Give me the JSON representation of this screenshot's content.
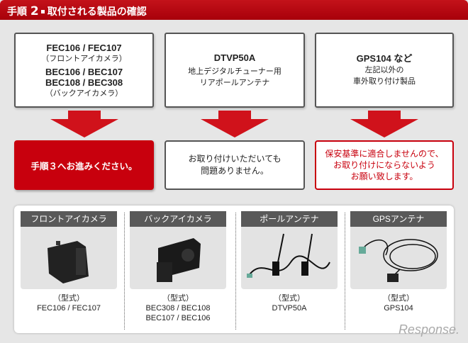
{
  "header": {
    "step_label": "手順",
    "step_number": "2",
    "title": "取付される製品の確認"
  },
  "products_top": [
    {
      "lines": [
        "FEC106 / FEC107",
        "（フロントアイカメラ）",
        "BEC106 / BEC107",
        "BEC108 / BEC308",
        "（バックアイカメラ）"
      ]
    },
    {
      "lines": [
        "DTVP50A",
        "地上デジタルチューナー用",
        "リアポールアンテナ"
      ]
    },
    {
      "lines": [
        "GPS104 など",
        "左記以外の",
        "車外取り付け製品"
      ]
    }
  ],
  "results": [
    {
      "text": "手順３へお進みください。"
    },
    {
      "lines": [
        "お取り付けいただいても",
        "問題ありません。"
      ]
    },
    {
      "lines": [
        "保安基準に適合しませんので、",
        "お取り付けにならないよう",
        "お願い致します。"
      ]
    }
  ],
  "colors": {
    "accent": "#d0121b",
    "card_header": "#595959"
  },
  "cards": [
    {
      "title": "フロントアイカメラ",
      "type_label": "（型式）",
      "models": [
        "FEC106 / FEC107"
      ],
      "icon": "front-camera-icon"
    },
    {
      "title": "バックアイカメラ",
      "type_label": "（型式）",
      "models": [
        "BEC308 / BEC108",
        "BEC107 / BEC106"
      ],
      "icon": "back-camera-icon"
    },
    {
      "title": "ポールアンテナ",
      "type_label": "（型式）",
      "models": [
        "DTVP50A"
      ],
      "icon": "pole-antenna-icon"
    },
    {
      "title": "GPSアンテナ",
      "type_label": "（型式）",
      "models": [
        "GPS104"
      ],
      "icon": "gps-antenna-icon"
    }
  ],
  "watermark": "Response."
}
